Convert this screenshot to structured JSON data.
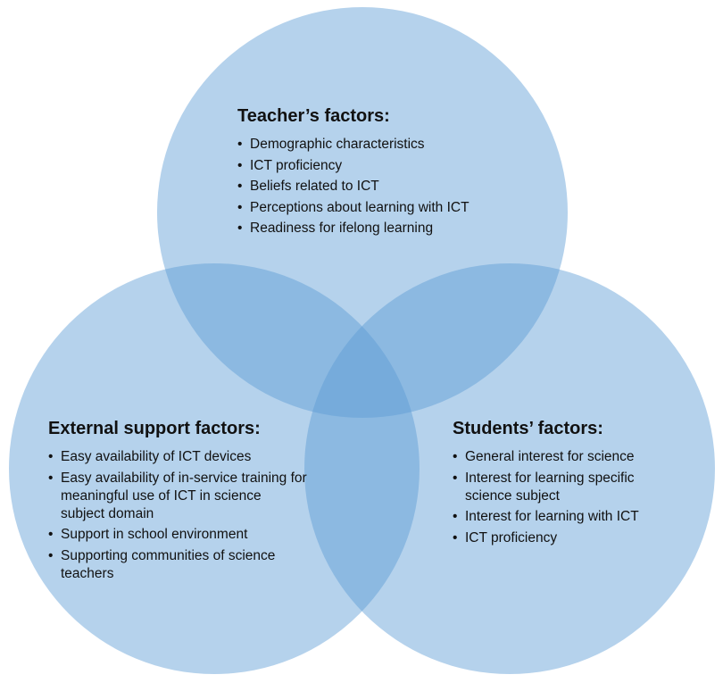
{
  "groups": {
    "teacher": {
      "title": "Teacher’s factors:",
      "items": [
        "Demographic characteristics",
        "ICT proficiency",
        "Beliefs related to ICT",
        "Perceptions about learning with ICT",
        "Readiness for ifelong learning"
      ]
    },
    "external": {
      "title": "External support factors:",
      "items": [
        "Easy availability of ICT devices",
        "Easy availability of in-service training for meaningful use of ICT in science subject domain",
        "Support in school environment",
        "Supporting communities of science teachers"
      ]
    },
    "students": {
      "title": "Students’ factors:",
      "items": [
        "General interest for science",
        "Interest for learning specific science subject",
        "Interest for learning with ICT",
        "ICT proficiency"
      ]
    }
  },
  "colors": {
    "circle_fill": "#5b9bd5",
    "text": "#111111"
  },
  "bullet": "•"
}
